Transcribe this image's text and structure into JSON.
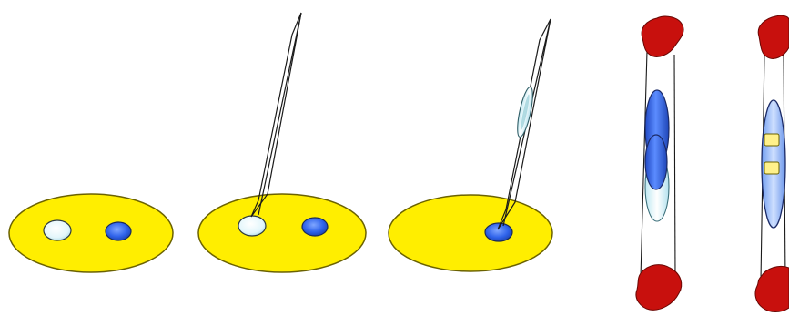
{
  "diagram": {
    "panels": [
      {
        "id": "panel-1",
        "contents": [
          "cyan-bead",
          "blue-bead"
        ]
      },
      {
        "id": "panel-2",
        "contents": [
          "micropipette",
          "cyan-bead",
          "blue-bead"
        ]
      },
      {
        "id": "panel-3",
        "contents": [
          "micropipette-with-bead",
          "blue-bead"
        ]
      },
      {
        "id": "panel-4",
        "contents": [
          "strip",
          "red-blob-top",
          "red-blob-bottom",
          "stacked-beads"
        ]
      },
      {
        "id": "panel-5",
        "contents": [
          "strip",
          "red-blob-top",
          "red-blob-bottom",
          "bead-with-yellow-markers"
        ]
      }
    ],
    "colors": {
      "dish": "#ffee00",
      "dish_edge": "#6b6200",
      "bead_blue": "#3a6cf0",
      "bead_cyan": "#e6f8fb",
      "blob_red": "#c8100d",
      "marker_yellow": "#fff18a",
      "line": "#1a1a1a"
    }
  }
}
